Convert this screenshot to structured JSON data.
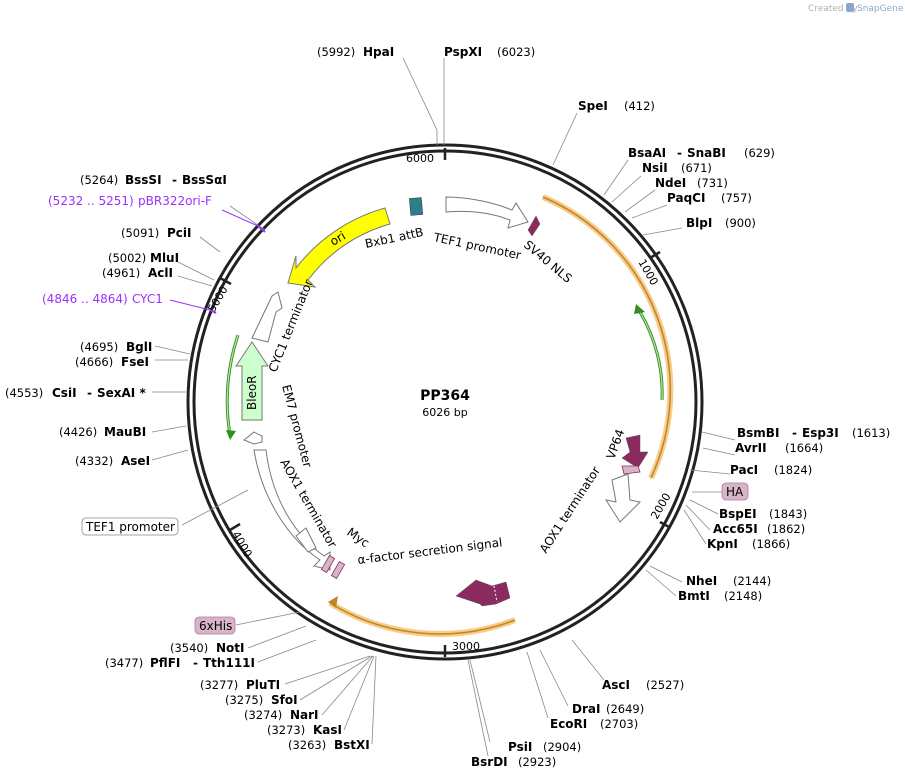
{
  "brand": {
    "prefix": "Created by",
    "name": "SnapGene"
  },
  "plasmid": {
    "name": "PP364",
    "length": "6026 bp"
  },
  "ticks": [
    "1000",
    "2000",
    "3000",
    "4000",
    "5000",
    "6000"
  ],
  "enzymes": [
    {
      "name": "HpaI",
      "pos": "(5992)"
    },
    {
      "name": "PspXI",
      "pos": "(6023)"
    },
    {
      "name": "SpeI",
      "pos": "(412)"
    },
    {
      "name": "BsaAI",
      "name2": "SnaBI",
      "pos": "(629)"
    },
    {
      "name": "NsiI",
      "pos": "(671)"
    },
    {
      "name": "NdeI",
      "pos": "(731)"
    },
    {
      "name": "PaqCI",
      "pos": "(757)"
    },
    {
      "name": "BlpI",
      "pos": "(900)"
    },
    {
      "name": "BsmBI",
      "name2": "Esp3I",
      "pos": "(1613)"
    },
    {
      "name": "AvrII",
      "pos": "(1664)"
    },
    {
      "name": "PacI",
      "pos": "(1824)"
    },
    {
      "name": "BspEI",
      "pos": "(1843)"
    },
    {
      "name": "Acc65I",
      "pos": "(1862)"
    },
    {
      "name": "KpnI",
      "pos": "(1866)"
    },
    {
      "name": "NheI",
      "pos": "(2144)"
    },
    {
      "name": "BmtI",
      "pos": "(2148)"
    },
    {
      "name": "AscI",
      "pos": "(2527)"
    },
    {
      "name": "DraI",
      "pos": "(2649)"
    },
    {
      "name": "EcoRI",
      "pos": "(2703)"
    },
    {
      "name": "PsiI",
      "pos": "(2904)"
    },
    {
      "name": "BsrDI",
      "pos": "(2923)"
    },
    {
      "name": "BssSI",
      "name2": "BssSαI",
      "pos": "(5264)"
    },
    {
      "name": "PciI",
      "pos": "(5091)"
    },
    {
      "name": "MluI",
      "pos": "(5002)"
    },
    {
      "name": "AclI",
      "pos": "(4961)"
    },
    {
      "name": "BglI",
      "pos": "(4695)"
    },
    {
      "name": "FseI",
      "pos": "(4666)"
    },
    {
      "name": "CsiI",
      "name2": "SexAI *",
      "pos": "(4553)"
    },
    {
      "name": "MauBI",
      "pos": "(4426)"
    },
    {
      "name": "AseI",
      "pos": "(4332)"
    },
    {
      "name": "NotI",
      "pos": "(3540)"
    },
    {
      "name": "PflFI",
      "name2": "Tth111I",
      "pos": "(3477)"
    },
    {
      "name": "PluTI",
      "pos": "(3277)"
    },
    {
      "name": "SfoI",
      "pos": "(3275)"
    },
    {
      "name": "NarI",
      "pos": "(3274)"
    },
    {
      "name": "KasI",
      "pos": "(3273)"
    },
    {
      "name": "BstXI",
      "pos": "(3263)"
    }
  ],
  "primers": [
    {
      "range": "(5232 .. 5251)",
      "name": "pBR322ori-F"
    },
    {
      "range": "(4846 .. 4864)",
      "name": "CYC1"
    }
  ],
  "boxed_features": [
    "HA",
    "TEF1 promoter",
    "6xHis"
  ],
  "features": [
    "ori",
    "Bxb1 attB",
    "TEF1 promoter",
    "SV40 NLS",
    "CYC1 terminator",
    "BleoR",
    "EM7 promoter",
    "AOX1 terminator",
    "Myc",
    "α-factor secretion signal",
    "VP64",
    "AOX1 terminator"
  ],
  "colors": {
    "backbone": "#222222",
    "ori": "#ffff00",
    "bleor": "#ccffcc",
    "attb": "#2e7d8c",
    "nls": "#8b2a5e",
    "primer": "#9b30ff",
    "highlight": "#f6c67a",
    "green_arrow": "#2f8f1f",
    "tag": "#d8b4c8"
  }
}
